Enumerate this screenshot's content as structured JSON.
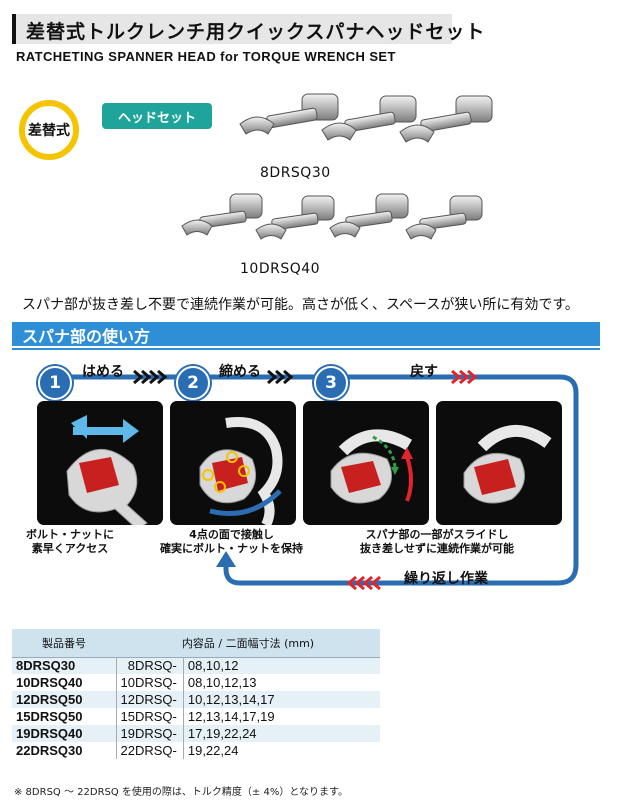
{
  "header": {
    "title_jp": "差替式トルクレンチ用クイックスパナヘッドセット",
    "title_en": "RATCHETING SPANNER HEAD for TORQUE WRENCH SET"
  },
  "badges": {
    "type_label": "差替式",
    "set_label": "ヘッドセット"
  },
  "sets": [
    {
      "code": "8DRSQ30"
    },
    {
      "code": "10DRSQ40"
    }
  ],
  "description": "スパナ部が抜き差し不要で連続作業が可能。高さが低く、スペースが狭い所に有効です。",
  "usage": {
    "section_title": "スパナ部の使い方",
    "steps": [
      {
        "number": "1",
        "label": "はめる"
      },
      {
        "number": "2",
        "label": "締める"
      },
      {
        "number": "3",
        "label": "戻す"
      }
    ],
    "notes": [
      "ボルト・ナットに\n素早くアクセス",
      "4点の面で接触し\n確実にボルト・ナットを保持",
      "スパナ部の一部がスライドし\n抜き差しせずに連続作業が可能"
    ],
    "repeat_label": "繰り返し作業",
    "colors": {
      "blue": "#2a6db3",
      "red": "#e0262b",
      "green": "#2ea043",
      "yellow": "#f5c400"
    }
  },
  "table": {
    "headers": [
      "製品番号",
      "内容品 / 二面幅寸法 (mm)"
    ],
    "rows": [
      {
        "code": "8DRSQ30",
        "prefix": "8DRSQ-",
        "sizes": "08,10,12"
      },
      {
        "code": "10DRSQ40",
        "prefix": "10DRSQ-",
        "sizes": "08,10,12,13"
      },
      {
        "code": "12DRSQ50",
        "prefix": "12DRSQ-",
        "sizes": "10,12,13,14,17"
      },
      {
        "code": "15DRSQ50",
        "prefix": "15DRSQ-",
        "sizes": "12,13,14,17,19"
      },
      {
        "code": "19DRSQ40",
        "prefix": "19DRSQ-",
        "sizes": "17,19,22,24"
      },
      {
        "code": "22DRSQ30",
        "prefix": "22DRSQ-",
        "sizes": "19,22,24"
      }
    ]
  },
  "footnote": "※ 8DRSQ ～ 22DRSQ を使用の際は、トルク精度（± 4%）となります。"
}
